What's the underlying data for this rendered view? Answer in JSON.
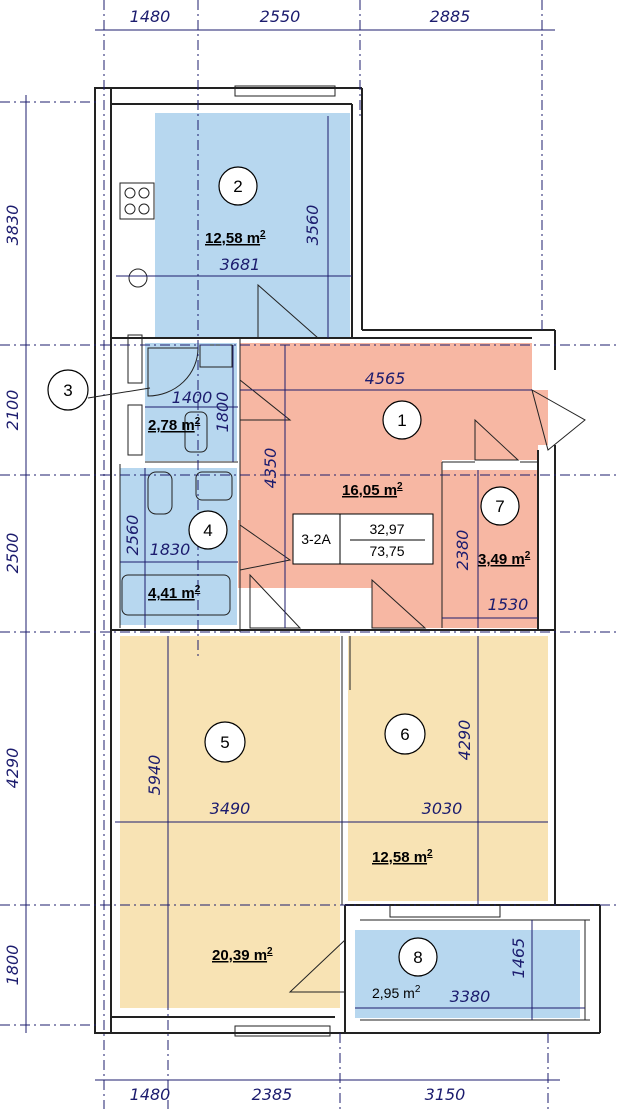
{
  "dimensions": {
    "top": [
      "1480",
      "2550",
      "2885"
    ],
    "bottom": [
      "1480",
      "2385",
      "3150"
    ],
    "left": [
      "3830",
      "2100",
      "2500",
      "4290",
      "1800"
    ],
    "inner": {
      "r2_height": "3560",
      "r2_width": "3681",
      "r1_width": "4565",
      "r1_height": "4350",
      "r3_width": "1400",
      "r3_height": "1800",
      "r4_height": "2560",
      "r4_width": "1830",
      "r7_height": "2380",
      "r7_width": "1530",
      "r5_height": "5940",
      "r5_width": "3490",
      "r6_height": "4290",
      "r6_width": "3030",
      "r8_height": "1465",
      "r8_width": "3380"
    }
  },
  "rooms": {
    "r1": {
      "num": "1",
      "area": "16,05 m",
      "sup": "2",
      "color": "#f7b7a3"
    },
    "r2": {
      "num": "2",
      "area": "12,58 m",
      "sup": "2",
      "color": "#b7d7ef"
    },
    "r3": {
      "num": "3",
      "area": "2,78 m",
      "sup": "2",
      "color": "#b7d7ef"
    },
    "r4": {
      "num": "4",
      "area": "4,41 m",
      "sup": "2",
      "color": "#b7d7ef"
    },
    "r5": {
      "num": "5",
      "area": "20,39 m",
      "sup": "2",
      "color": "#f8e3b4"
    },
    "r6": {
      "num": "6",
      "area": "12,58 m",
      "sup": "2",
      "color": "#f8e3b4"
    },
    "r7": {
      "num": "7",
      "area": "3,49 m",
      "sup": "2",
      "color": "#f7b7a3"
    },
    "r8": {
      "num": "8",
      "area": "2,95 m",
      "sup": "2",
      "color": "#b7d7ef"
    }
  },
  "apartment": {
    "type": "3-2A",
    "living_area": "32,97",
    "total_area": "73,75"
  }
}
